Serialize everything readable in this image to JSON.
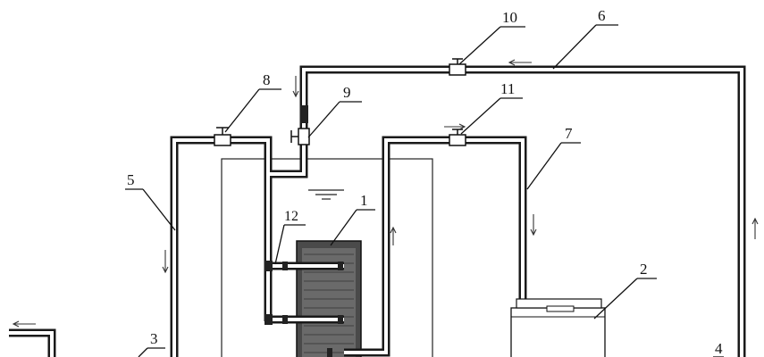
{
  "labels": {
    "l1": "1",
    "l2": "2",
    "l3": "3",
    "l4": "4",
    "l5": "5",
    "l6": "6",
    "l7": "7",
    "l8": "8",
    "l9": "9",
    "l10": "10",
    "l11": "11",
    "l12": "12"
  },
  "colors": {
    "line": "#1a1a1a",
    "fill_core": "#555555",
    "background": "#ffffff"
  }
}
